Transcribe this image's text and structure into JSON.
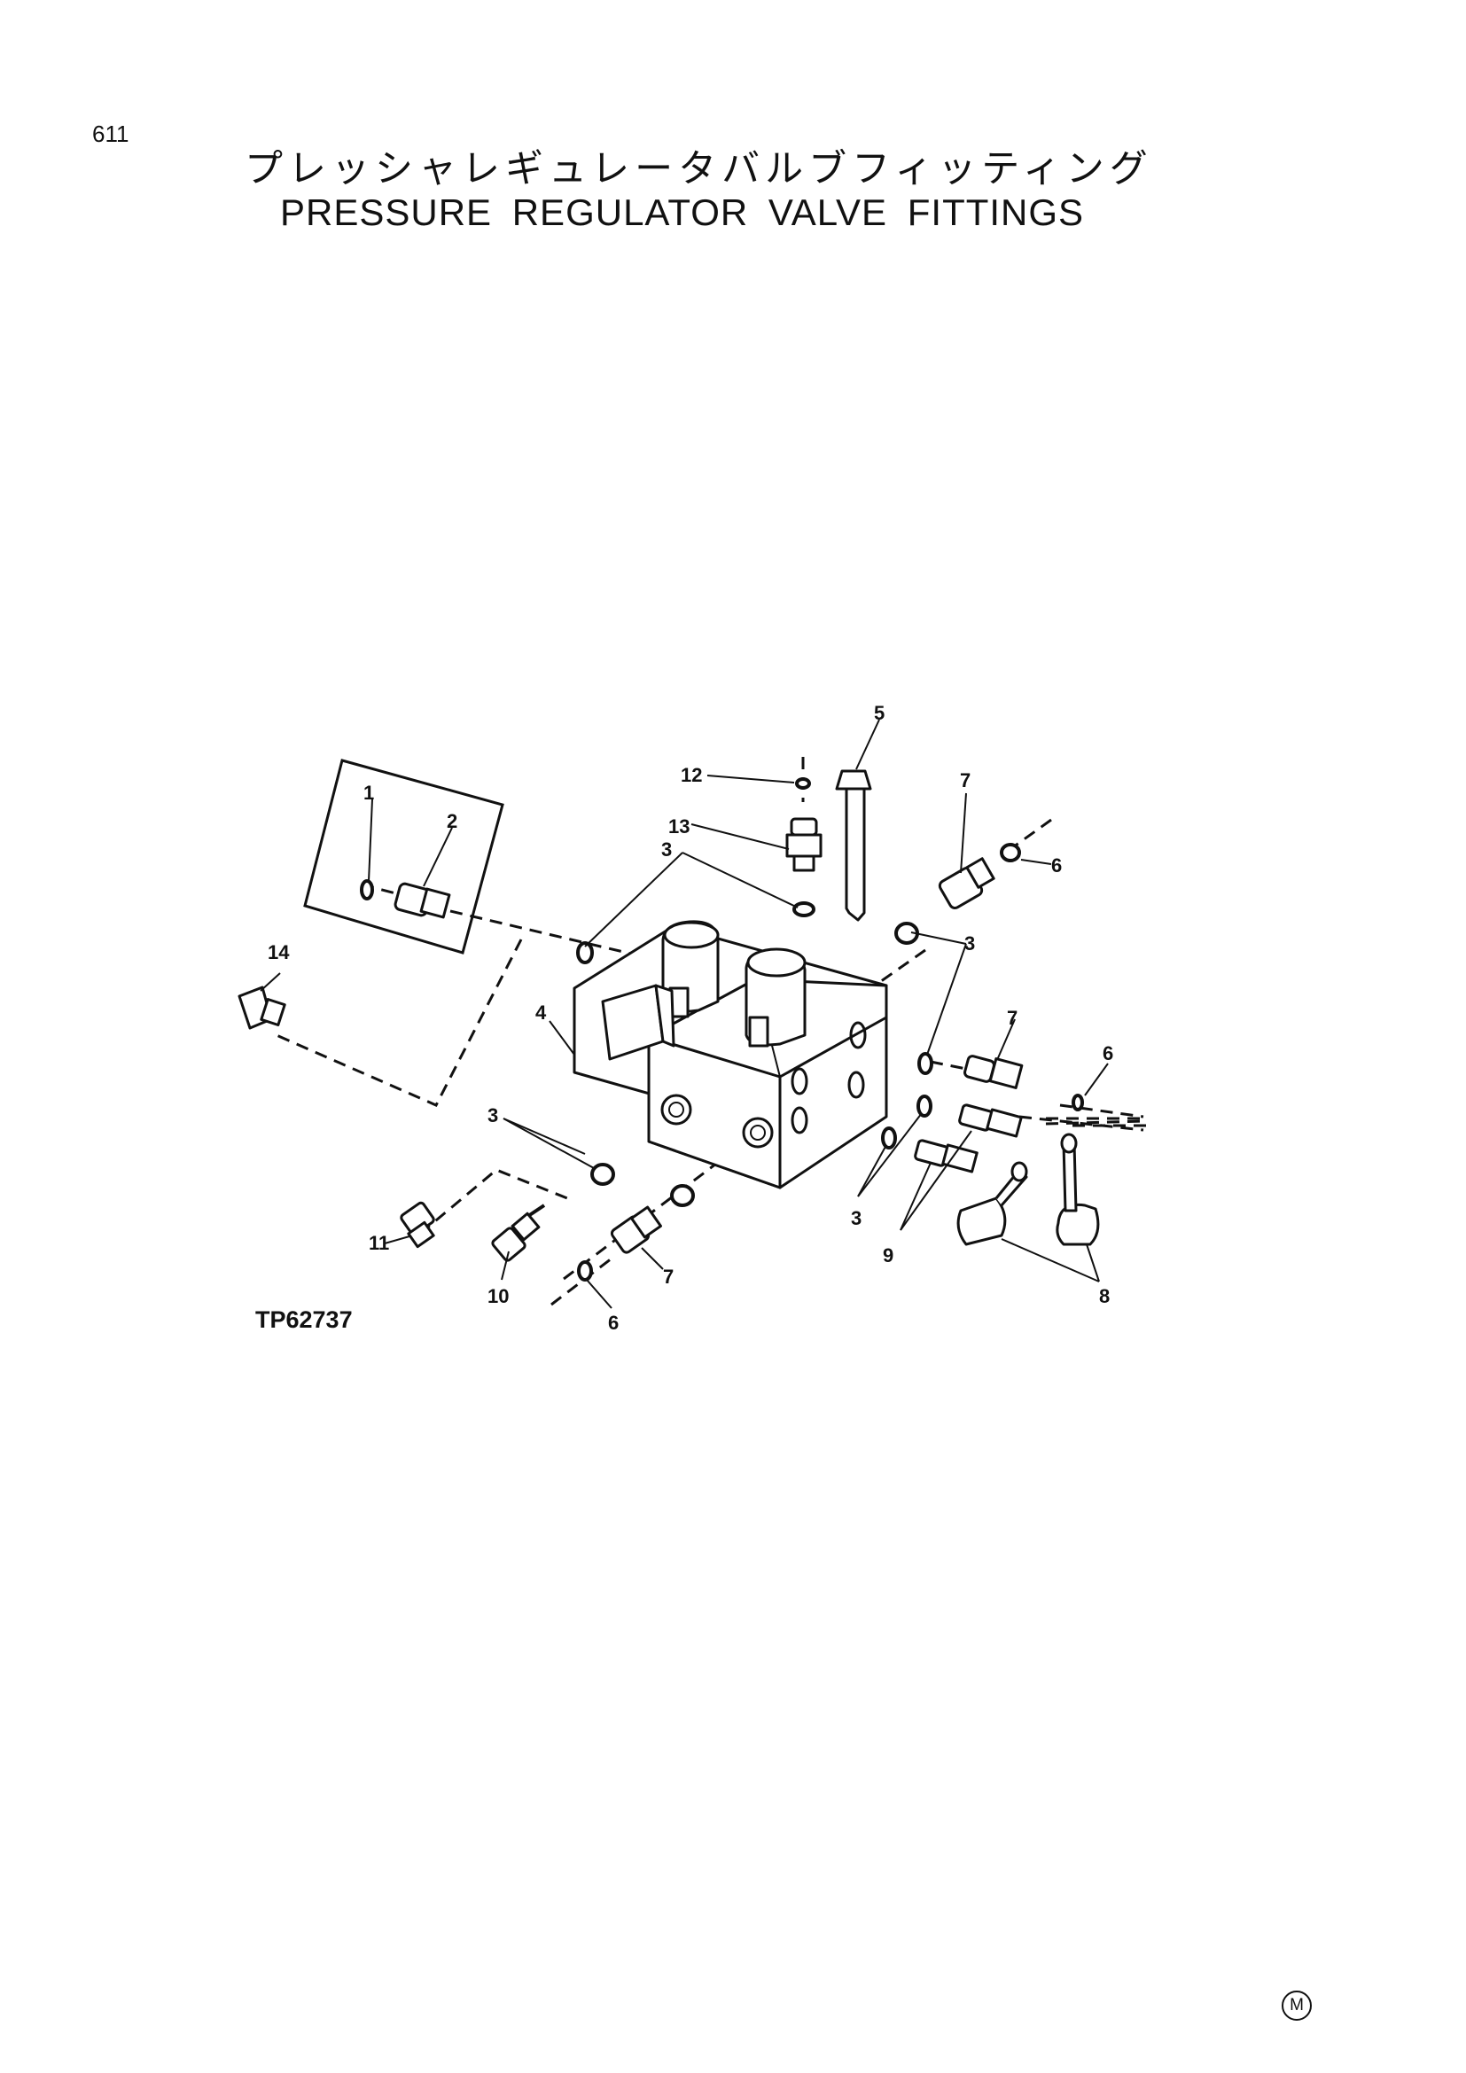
{
  "page_number": "611",
  "title_japanese": "プレッシャレギュレータバルブフィッティング",
  "title_english": "PRESSURE REGULATOR VALVE FITTINGS",
  "figure_code": "TP62737",
  "corner_mark": "M",
  "callouts": {
    "c1": "1",
    "c2": "2",
    "c3a": "3",
    "c3b": "3",
    "c3c": "3",
    "c3d": "3",
    "c4": "4",
    "c5": "5",
    "c6a": "6",
    "c6b": "6",
    "c6c": "6",
    "c7a": "7",
    "c7b": "7",
    "c7c": "7",
    "c8": "8",
    "c9": "9",
    "c10": "10",
    "c11": "11",
    "c12": "12",
    "c13": "13",
    "c14": "14"
  }
}
